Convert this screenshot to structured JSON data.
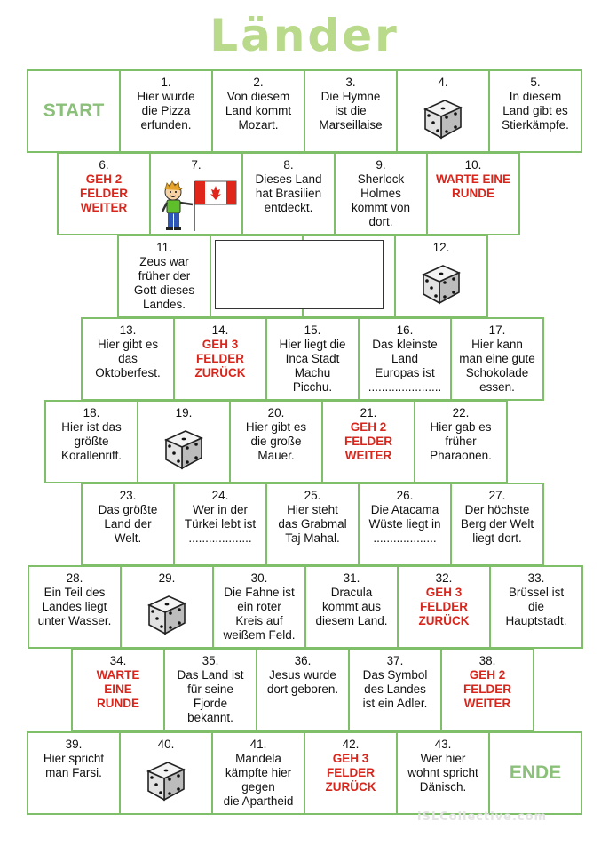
{
  "title": "Länder",
  "watermark": "iSLCollective.com",
  "colors": {
    "border": "#7fbf6a",
    "red": "#d9261c",
    "title": "#b9d98b",
    "start": "#8bc07a"
  },
  "rows": [
    {
      "cells": [
        {
          "t": "START",
          "kind": "big"
        },
        {
          "n": "1.",
          "t": "Hier wurde\ndie Pizza\nerfunden."
        },
        {
          "n": "2.",
          "t": "Von diesem\nLand kommt\nMozart."
        },
        {
          "n": "3.",
          "t": "Die Hymne\nist die\nMarseillaise"
        },
        {
          "n": "4.",
          "icon": "dice-icon"
        },
        {
          "n": "5.",
          "t": "In diesem\nLand gibt es\nStierkämpfe."
        }
      ]
    },
    {
      "cells": [
        {
          "n": "6.",
          "t": "GEH 2\nFELDER\nWEITER",
          "kind": "red"
        },
        {
          "n": "7.",
          "icon": "boy-with-flag-icon"
        },
        {
          "n": "8.",
          "t": "Dieses Land\nhat Brasilien\nentdeckt."
        },
        {
          "n": "9.",
          "t": "Sherlock\nHolmes\nkommt von\ndort."
        },
        {
          "n": "10.",
          "t": "WARTE EINE\nRUNDE",
          "kind": "red"
        }
      ]
    },
    {
      "cells": [
        {
          "n": "11.",
          "t": "Zeus war\nfrüher der\nGott dieses\nLandes."
        },
        {
          "blank": true
        },
        {
          "blank": true
        },
        {
          "n": "12.",
          "icon": "dice-icon"
        }
      ]
    },
    {
      "cells": [
        {
          "n": "13.",
          "t": "Hier gibt es\ndas\nOktoberfest."
        },
        {
          "n": "14.",
          "t": "GEH 3\nFELDER\nZURÜCK",
          "kind": "red"
        },
        {
          "n": "15.",
          "t": "Hier liegt die\nInca Stadt\nMachu\nPicchu."
        },
        {
          "n": "16.",
          "t": "Das kleinste\nLand\nEuropas ist\n......................"
        },
        {
          "n": "17.",
          "t": "Hier kann\nman eine gute\nSchokolade\nessen."
        }
      ]
    },
    {
      "cells": [
        {
          "n": "18.",
          "t": "Hier ist das\ngrößte\nKorallenriff."
        },
        {
          "n": "19.",
          "icon": "dice-icon"
        },
        {
          "n": "20.",
          "t": "Hier gibt es\ndie große\nMauer."
        },
        {
          "n": "21.",
          "t": "GEH 2\nFELDER\nWEITER",
          "kind": "red"
        },
        {
          "n": "22.",
          "t": "Hier gab es\nfrüher\nPharaonen."
        }
      ]
    },
    {
      "cells": [
        {
          "n": "23.",
          "t": "Das größte\nLand der\nWelt."
        },
        {
          "n": "24.",
          "t": "Wer in der\nTürkei lebt ist\n..................."
        },
        {
          "n": "25.",
          "t": "Hier steht\ndas Grabmal\nTaj Mahal."
        },
        {
          "n": "26.",
          "t": "Die Atacama\nWüste liegt in\n..................."
        },
        {
          "n": "27.",
          "t": "Der höchste\nBerg der Welt\nliegt dort."
        }
      ]
    },
    {
      "cells": [
        {
          "n": "28.",
          "t": "Ein Teil des\nLandes liegt\nunter Wasser."
        },
        {
          "n": "29.",
          "icon": "dice-icon"
        },
        {
          "n": "30.",
          "t": "Die Fahne ist\nein roter\nKreis auf\nweißem Feld."
        },
        {
          "n": "31.",
          "t": "Dracula\nkommt aus\ndiesem Land."
        },
        {
          "n": "32.",
          "t": "GEH 3\nFELDER\nZURÜCK",
          "kind": "red"
        },
        {
          "n": "33.",
          "t": "Brüssel ist\ndie\nHauptstadt."
        }
      ]
    },
    {
      "cells": [
        {
          "n": "34.",
          "t": "WARTE\nEINE\nRUNDE",
          "kind": "red"
        },
        {
          "n": "35.",
          "t": "Das Land ist\nfür seine\nFjorde\nbekannt."
        },
        {
          "n": "36.",
          "t": "Jesus wurde\ndort geboren."
        },
        {
          "n": "37.",
          "t": "Das Symbol\ndes Landes\nist ein Adler."
        },
        {
          "n": "38.",
          "t": "GEH 2\nFELDER\nWEITER",
          "kind": "red"
        }
      ]
    },
    {
      "cells": [
        {
          "n": "39.",
          "t": "Hier spricht\nman Farsi."
        },
        {
          "n": "40.",
          "icon": "dice-icon"
        },
        {
          "n": "41.",
          "t": "Mandela\nkämpfte hier\ngegen\ndie Apartheid"
        },
        {
          "n": "42.",
          "t": "GEH 3\nFELDER\nZURÜCK",
          "kind": "red"
        },
        {
          "n": "43.",
          "t": "Wer hier\nwohnt spricht\nDänisch."
        },
        {
          "t": "ENDE",
          "kind": "big"
        }
      ]
    }
  ]
}
